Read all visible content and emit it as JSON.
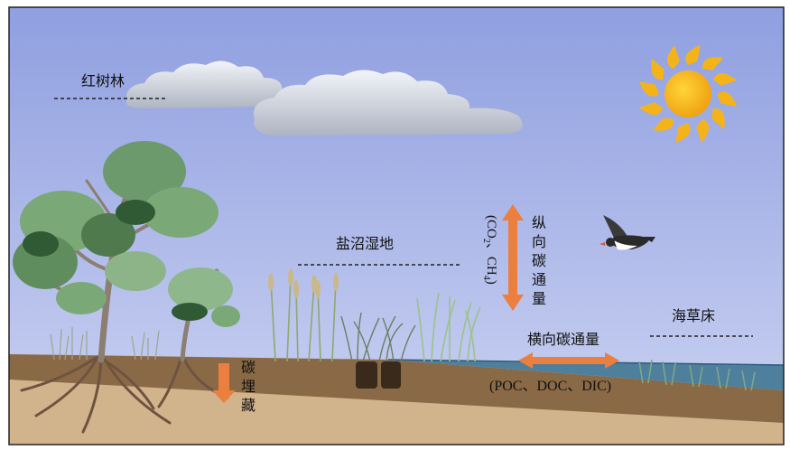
{
  "labels": {
    "mangrove": "红树林",
    "salt_marsh": "盐沼湿地",
    "seagrass": "海草床",
    "vertical_flux": "纵向碳通量",
    "vertical_gases": {
      "open": "(CO",
      "sub1": "2",
      "mid": "、CH",
      "sub2": "4",
      "close": ")"
    },
    "lateral_flux": "横向碳通量",
    "lateral_forms": "(POC、DOC、DIC)",
    "burial": "碳埋藏"
  },
  "colors": {
    "sky": "#a9b6e6",
    "soil": "#b89a74",
    "soil_surface": "#8a6a46",
    "water": "#4e7f9c",
    "arrow": "#ea7f3f",
    "sun": "#f5b31a"
  }
}
